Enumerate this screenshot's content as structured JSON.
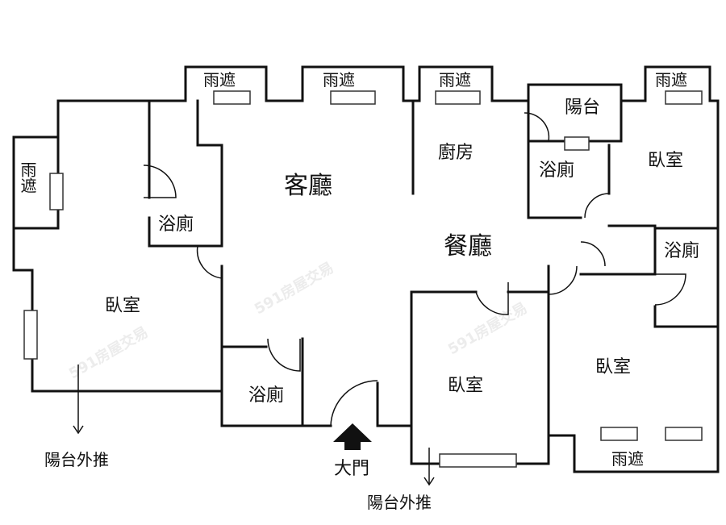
{
  "rooms": {
    "living_room": "客廳",
    "dining_room": "餐廳",
    "kitchen": "廚房",
    "balcony": "陽台",
    "bedroom_left": "臥室",
    "bedroom_center": "臥室",
    "bedroom_right_top": "臥室",
    "bedroom_right_bottom": "臥室",
    "bath_left": "浴廁",
    "bath_entry": "浴廁",
    "bath_kitchen": "浴廁",
    "bath_right": "浴廁",
    "awning_1": "雨遮",
    "awning_2": "雨遮",
    "awning_3": "雨遮",
    "awning_4": "雨遮",
    "awning_left": "雨遮",
    "awning_bottom": "雨遮"
  },
  "annotations": {
    "main_door": "大門",
    "balcony_push_left": "陽台外推",
    "balcony_push_center": "陽台外推"
  },
  "watermark": "591房屋交易"
}
